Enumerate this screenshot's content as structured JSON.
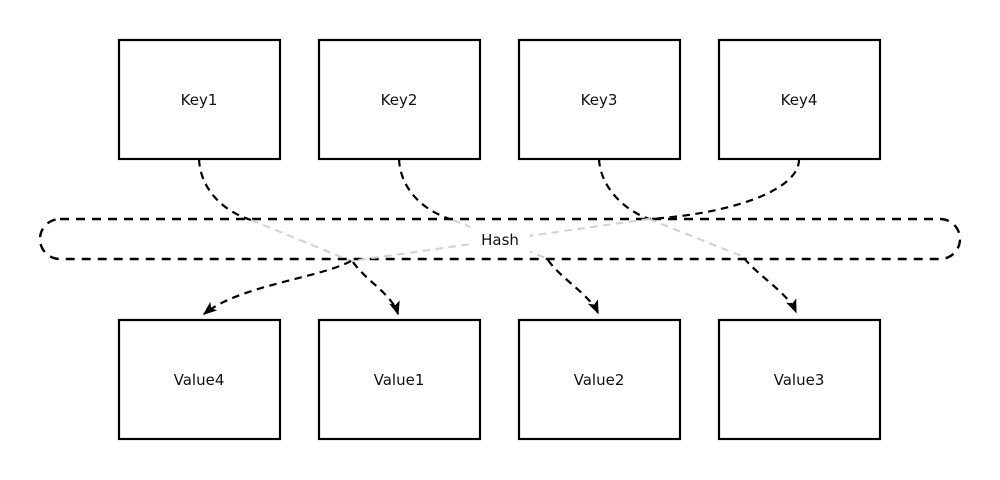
{
  "diagram": {
    "keys": [
      {
        "label": "Key1"
      },
      {
        "label": "Key2"
      },
      {
        "label": "Key3"
      },
      {
        "label": "Key4"
      }
    ],
    "hash": {
      "label": "Hash"
    },
    "values": [
      {
        "label": "Value4"
      },
      {
        "label": "Value1"
      },
      {
        "label": "Value2"
      },
      {
        "label": "Value3"
      }
    ],
    "edges": [
      {
        "from": "Key1",
        "through": "Hash",
        "to": "Value1"
      },
      {
        "from": "Key2",
        "through": "Hash",
        "to": "Value2"
      },
      {
        "from": "Key3",
        "through": "Hash",
        "to": "Value3"
      },
      {
        "from": "Key4",
        "through": "Hash",
        "to": "Value4"
      }
    ],
    "colors": {
      "stroke": "#000000",
      "faded_line": "#d0d0d0",
      "background": "#ffffff",
      "text": "#111111"
    },
    "style": {
      "line_style": "dashed",
      "arrowhead": "solid-triangle"
    }
  }
}
